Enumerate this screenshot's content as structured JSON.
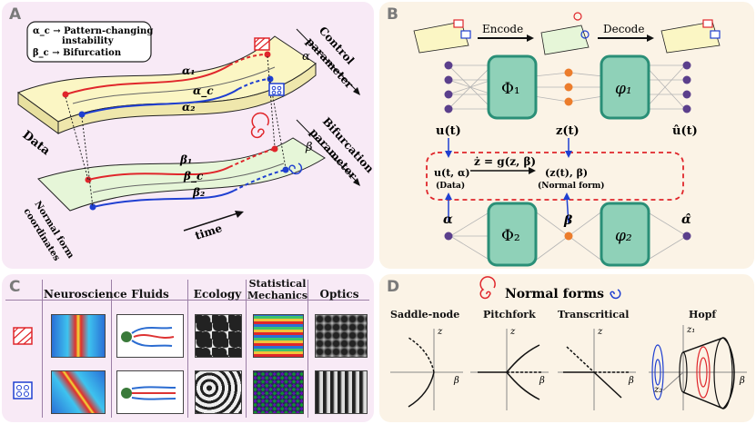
{
  "panels": {
    "a": {
      "label": "A",
      "legend_line1": "α_c → Pattern-changing",
      "legend_line2": "instability",
      "legend_line3": "β_c → Bifurcation",
      "data_label": "Data",
      "control_label_1": "Control",
      "control_label_2": "parameter",
      "alpha": "α",
      "bifurcation_label_1": "Bifurcation",
      "bifurcation_label_2": "parameter",
      "beta": "β",
      "alpha1": "α₁",
      "alphac": "α_c",
      "alpha2": "α₂",
      "beta1": "β₁",
      "betac": "β_c",
      "beta2": "β₂",
      "normal_form_1": "Normal form",
      "normal_form_2": "coordinates",
      "time_label": "time"
    },
    "b": {
      "label": "B",
      "encode": "Encode",
      "decode": "Decode",
      "phi1": "Φ₁",
      "varphi1": "φ₁",
      "phi2": "Φ₂",
      "varphi2": "φ₂",
      "u": "u(t)",
      "z": "z(t)",
      "uhat": "û(t)",
      "eq": "ż = g(z, β)",
      "data_expr": "u(t, α)",
      "data_caption": "(Data)",
      "nf_expr": "(z(t), β)",
      "nf_caption": "(Normal form)",
      "alpha": "α",
      "beta": "β",
      "alphahat": "α̂"
    },
    "c": {
      "label": "C",
      "headers": [
        "Neuroscience",
        "Fluids",
        "Ecology",
        "Statistical\nMechanics",
        "Optics"
      ]
    },
    "d": {
      "label": "D",
      "title": "Normal forms",
      "forms": [
        "Saddle-node",
        "Pitchfork",
        "Transcritical",
        "Hopf"
      ],
      "axis_z": "z",
      "axis_beta": "β",
      "axis_z1": "z₁",
      "axis_z2": "z₂"
    }
  },
  "colors": {
    "red": "#e0262b",
    "blue": "#1f3fd1",
    "orange": "#ec7d2c",
    "purple": "#5b3f8c",
    "teal": "#2a8f77",
    "teal_fill": "#8fd1b8"
  }
}
